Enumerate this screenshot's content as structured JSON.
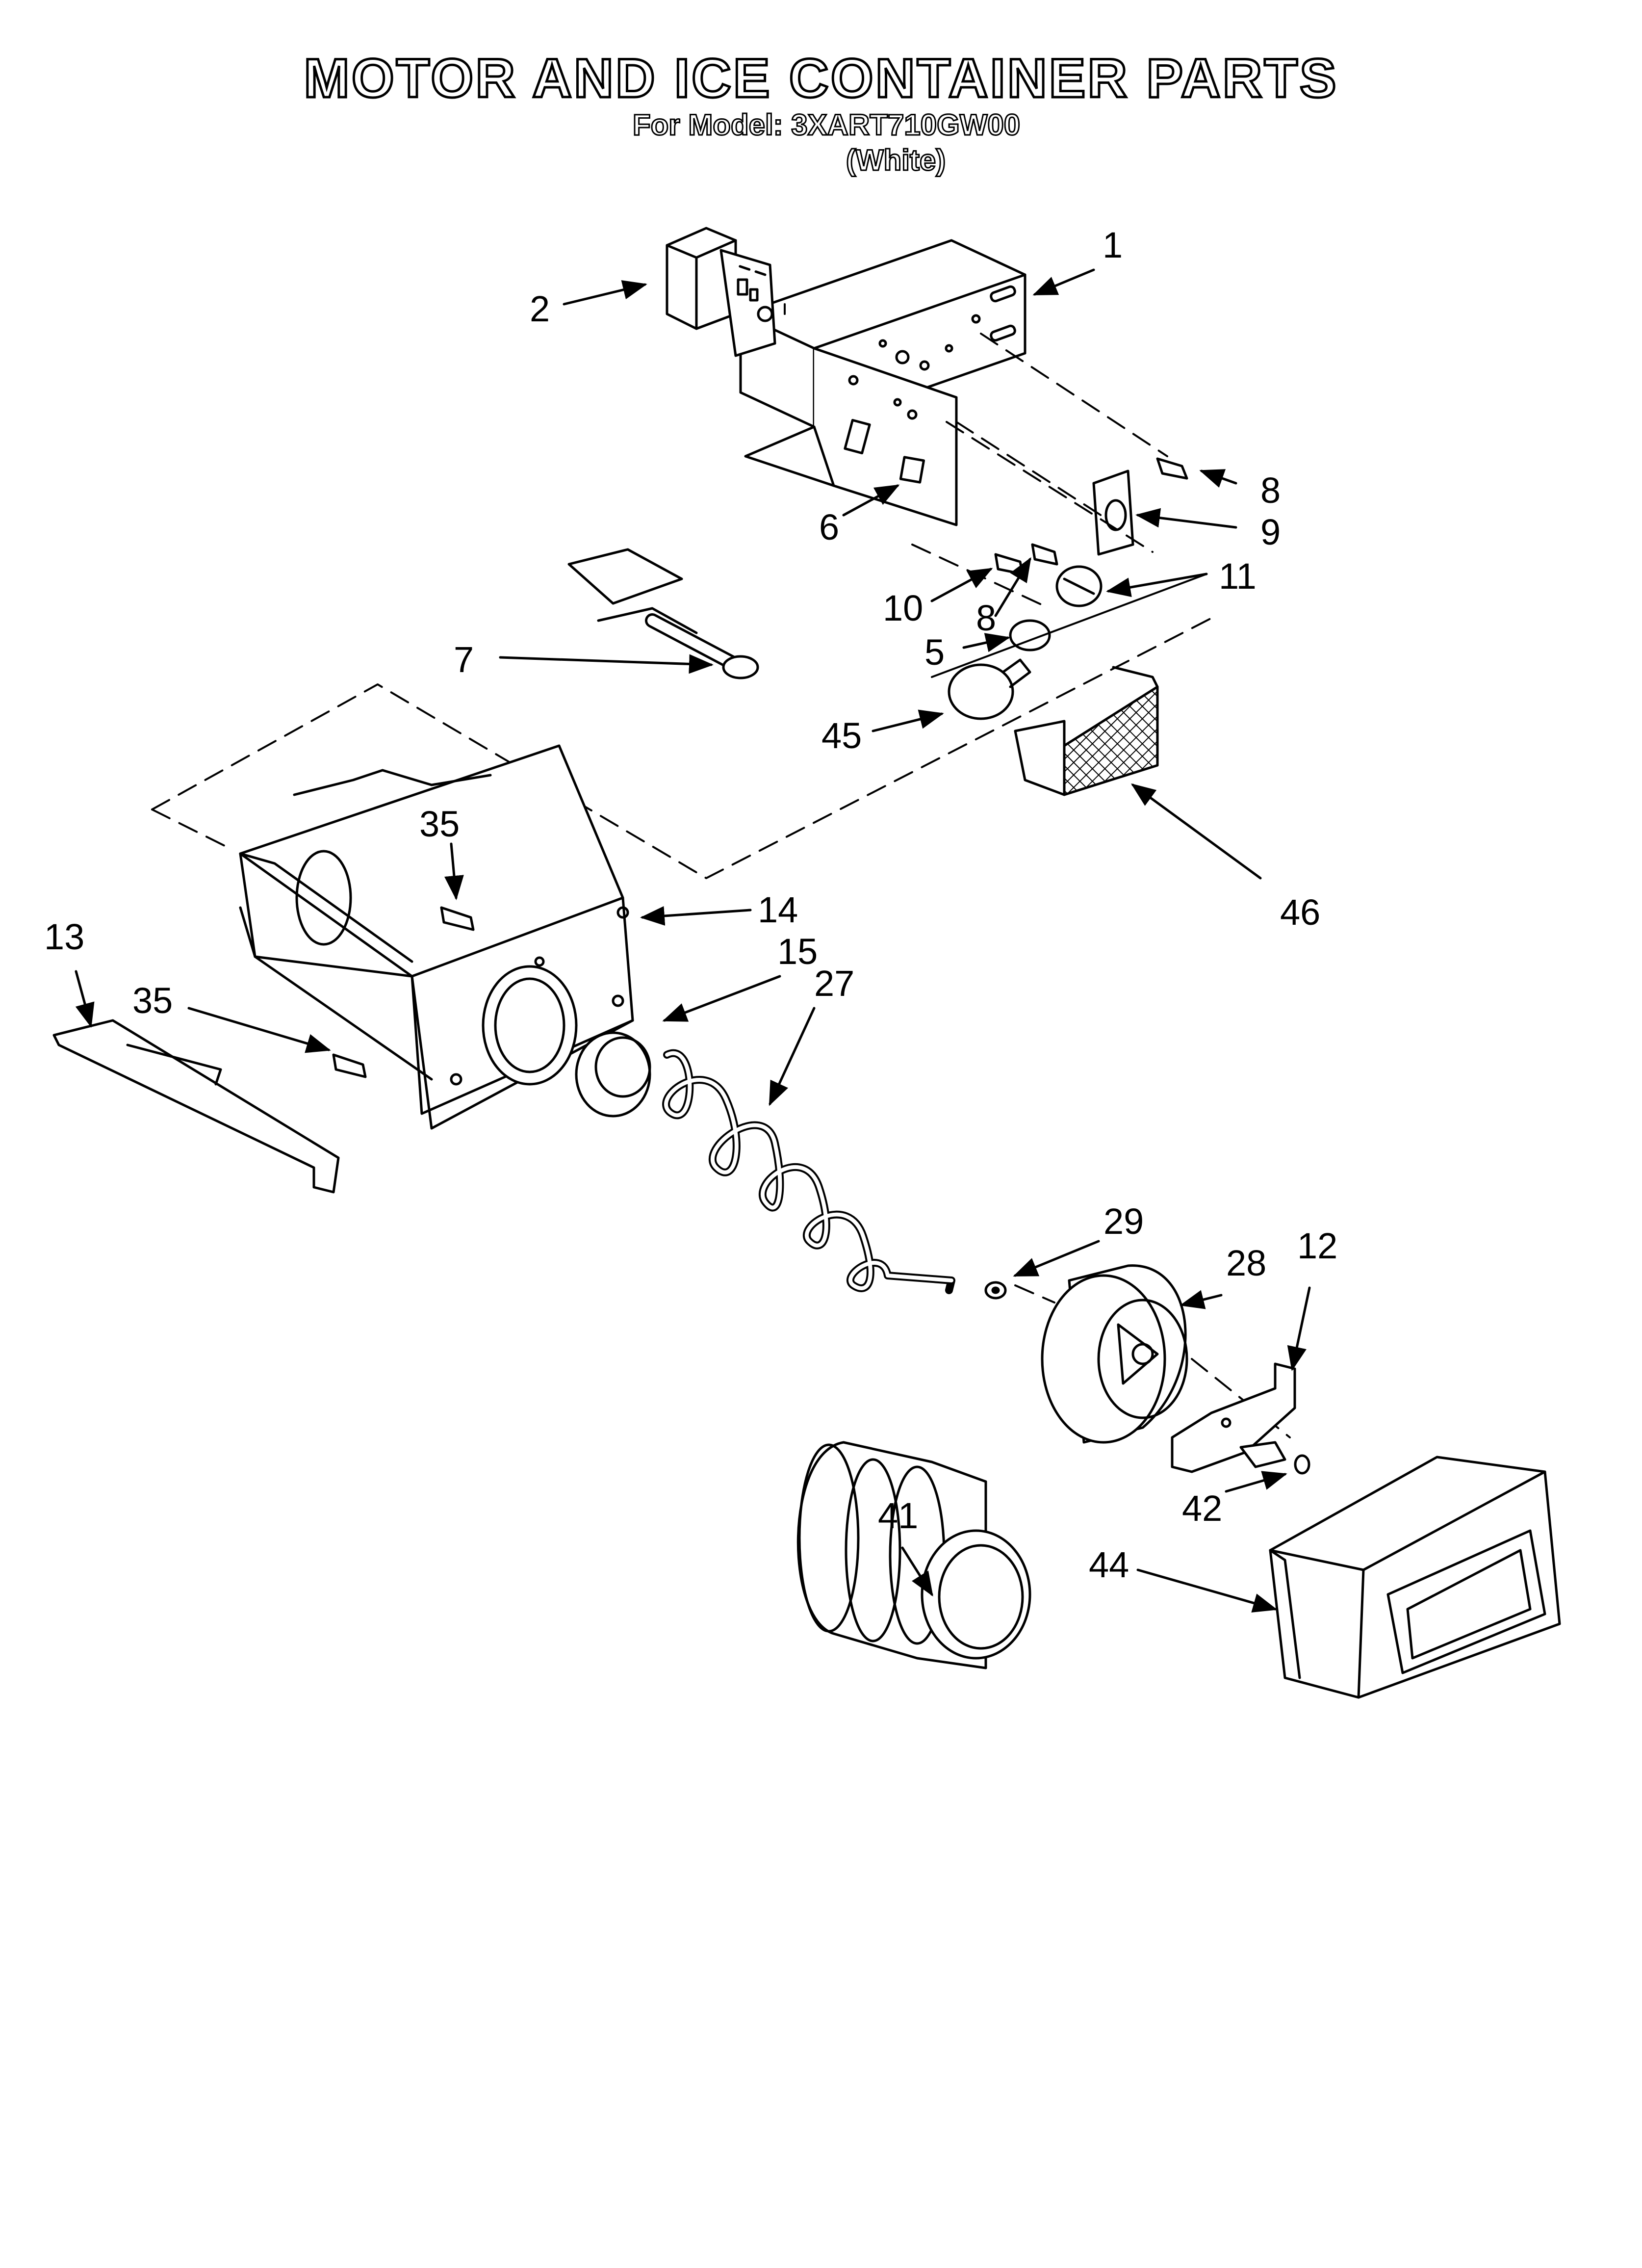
{
  "header": {
    "title": "MOTOR AND ICE CONTAINER PARTS",
    "model": "For Model: 3XART710GW00",
    "color": "(White)"
  },
  "callouts": [
    {
      "id": "1",
      "text": "1"
    },
    {
      "id": "2",
      "text": "2"
    },
    {
      "id": "8a",
      "text": "8"
    },
    {
      "id": "9",
      "text": "9"
    },
    {
      "id": "6",
      "text": "6"
    },
    {
      "id": "11",
      "text": "11"
    },
    {
      "id": "10",
      "text": "10"
    },
    {
      "id": "8b",
      "text": "8"
    },
    {
      "id": "5",
      "text": "5"
    },
    {
      "id": "7",
      "text": "7"
    },
    {
      "id": "45",
      "text": "45"
    },
    {
      "id": "46",
      "text": "46"
    },
    {
      "id": "35a",
      "text": "35"
    },
    {
      "id": "14",
      "text": "14"
    },
    {
      "id": "13",
      "text": "13"
    },
    {
      "id": "15",
      "text": "15"
    },
    {
      "id": "27",
      "text": "27"
    },
    {
      "id": "35b",
      "text": "35"
    },
    {
      "id": "29",
      "text": "29"
    },
    {
      "id": "28",
      "text": "28"
    },
    {
      "id": "12",
      "text": "12"
    },
    {
      "id": "42",
      "text": "42"
    },
    {
      "id": "41",
      "text": "41"
    },
    {
      "id": "44",
      "text": "44"
    }
  ]
}
